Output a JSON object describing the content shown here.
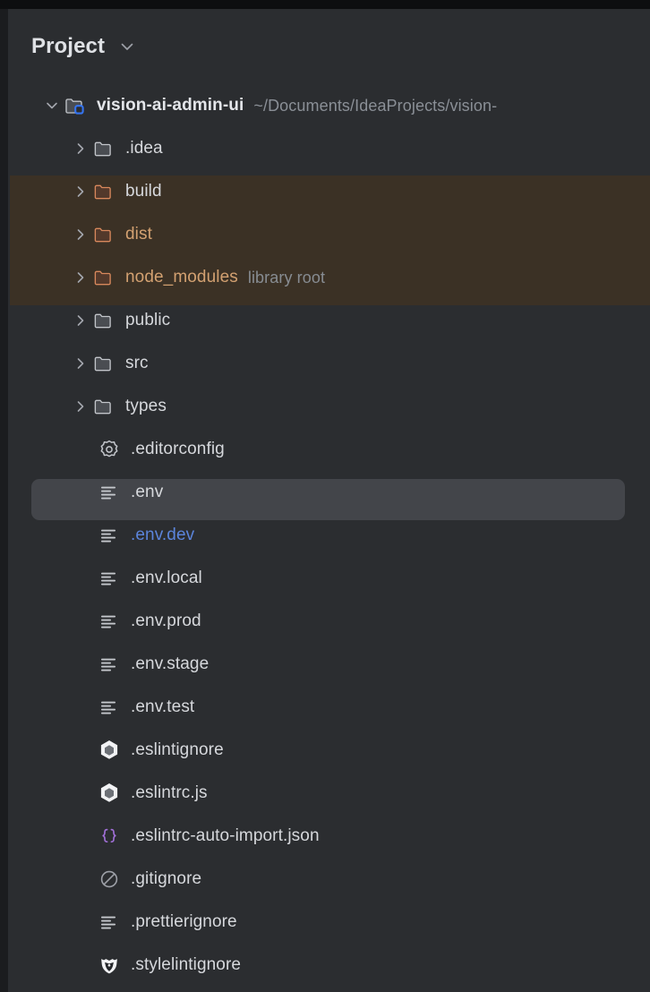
{
  "window": {
    "panel_background": "#2b2d30",
    "excluded_band_color": "#3b3125",
    "selection_color": "#43454a",
    "accent_modified_color": "#5b84db",
    "excluded_text_color": "#d3a171"
  },
  "header": {
    "title": "Project",
    "chevron_icon": "chevron-down-icon"
  },
  "tree": {
    "root": {
      "name": "vision-ai-admin-ui",
      "path_hint": "~/Documents/IdeaProjects/vision-",
      "icon": "module-folder-icon",
      "twisty": "chevron-down-icon",
      "expanded": true
    },
    "items": [
      {
        "label": ".idea",
        "icon": "folder-icon",
        "twisty": "chevron-right-icon",
        "kind": "folder",
        "state": "normal",
        "hint": ""
      },
      {
        "label": "build",
        "icon": "folder-excluded-icon",
        "twisty": "chevron-right-icon",
        "kind": "folder",
        "state": "excluded-band",
        "hint": ""
      },
      {
        "label": "dist",
        "icon": "folder-excluded-icon",
        "twisty": "chevron-right-icon",
        "kind": "folder",
        "state": "excluded",
        "hint": ""
      },
      {
        "label": "node_modules",
        "icon": "folder-excluded-icon",
        "twisty": "chevron-right-icon",
        "kind": "folder",
        "state": "excluded",
        "hint": "library root"
      },
      {
        "label": "public",
        "icon": "folder-icon",
        "twisty": "chevron-right-icon",
        "kind": "folder",
        "state": "normal",
        "hint": ""
      },
      {
        "label": "src",
        "icon": "folder-icon",
        "twisty": "chevron-right-icon",
        "kind": "folder",
        "state": "normal",
        "hint": ""
      },
      {
        "label": "types",
        "icon": "folder-icon",
        "twisty": "chevron-right-icon",
        "kind": "folder",
        "state": "normal",
        "hint": ""
      },
      {
        "label": ".editorconfig",
        "icon": "gear-icon",
        "twisty": "",
        "kind": "file",
        "state": "normal",
        "hint": ""
      },
      {
        "label": ".env",
        "icon": "text-file-icon",
        "twisty": "",
        "kind": "file",
        "state": "selected",
        "hint": ""
      },
      {
        "label": ".env.dev",
        "icon": "text-file-icon",
        "twisty": "",
        "kind": "file",
        "state": "modified",
        "hint": ""
      },
      {
        "label": ".env.local",
        "icon": "text-file-icon",
        "twisty": "",
        "kind": "file",
        "state": "normal",
        "hint": ""
      },
      {
        "label": ".env.prod",
        "icon": "text-file-icon",
        "twisty": "",
        "kind": "file",
        "state": "normal",
        "hint": ""
      },
      {
        "label": ".env.stage",
        "icon": "text-file-icon",
        "twisty": "",
        "kind": "file",
        "state": "normal",
        "hint": ""
      },
      {
        "label": ".env.test",
        "icon": "text-file-icon",
        "twisty": "",
        "kind": "file",
        "state": "normal",
        "hint": ""
      },
      {
        "label": ".eslintignore",
        "icon": "eslint-icon",
        "twisty": "",
        "kind": "file",
        "state": "normal",
        "hint": ""
      },
      {
        "label": ".eslintrc.js",
        "icon": "eslint-icon",
        "twisty": "",
        "kind": "file",
        "state": "normal",
        "hint": ""
      },
      {
        "label": ".eslintrc-auto-import.json",
        "icon": "json-icon",
        "twisty": "",
        "kind": "file",
        "state": "normal",
        "hint": ""
      },
      {
        "label": ".gitignore",
        "icon": "gitignore-icon",
        "twisty": "",
        "kind": "file",
        "state": "normal",
        "hint": ""
      },
      {
        "label": ".prettierignore",
        "icon": "text-file-icon",
        "twisty": "",
        "kind": "file",
        "state": "normal",
        "hint": ""
      },
      {
        "label": ".stylelintignore",
        "icon": "stylelint-icon",
        "twisty": "",
        "kind": "file",
        "state": "normal",
        "hint": ""
      }
    ]
  }
}
